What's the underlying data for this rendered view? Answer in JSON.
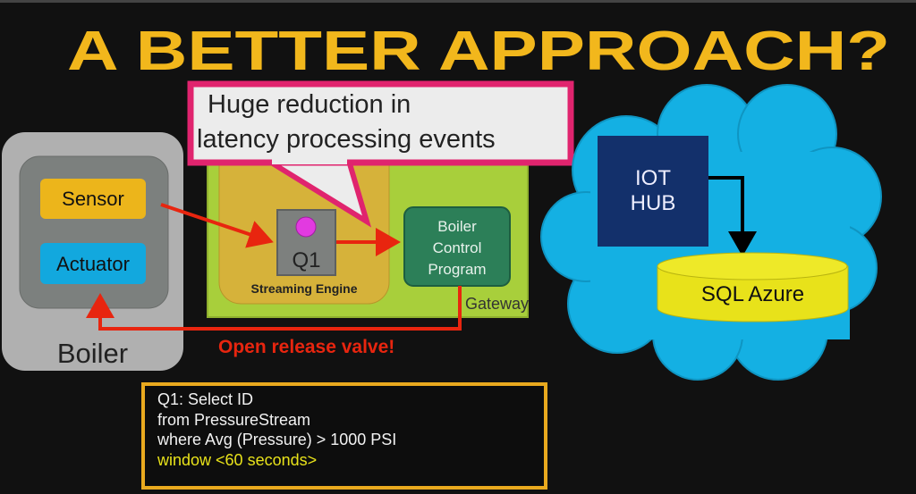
{
  "title": "A BETTER APPROACH?",
  "callout": {
    "line1": "Huge reduction  in",
    "line2": "latency processing events"
  },
  "boiler": {
    "label": "Boiler",
    "sensor": "Sensor",
    "actuator": "Actuator"
  },
  "gateway": {
    "label": "Gateway",
    "engine_label": "Streaming Engine",
    "query_node": "Q1",
    "control_program": [
      "Boiler",
      "Control",
      "Program"
    ]
  },
  "action_label": "Open release valve!",
  "cloud": {
    "hub": [
      "IOT",
      "HUB"
    ],
    "database": "SQL Azure"
  },
  "query": {
    "lines": [
      "Q1:  Select ID",
      "from PressureStream",
      "where Avg (Pressure) > 1000 PSI"
    ],
    "window_line": "window <60 seconds>"
  },
  "colors": {
    "title": "#f2b71c",
    "callout_border": "#e0246e",
    "arrow": "#e8250f",
    "cloud": "#14b0e3",
    "gateway": "#a8cf3b"
  }
}
